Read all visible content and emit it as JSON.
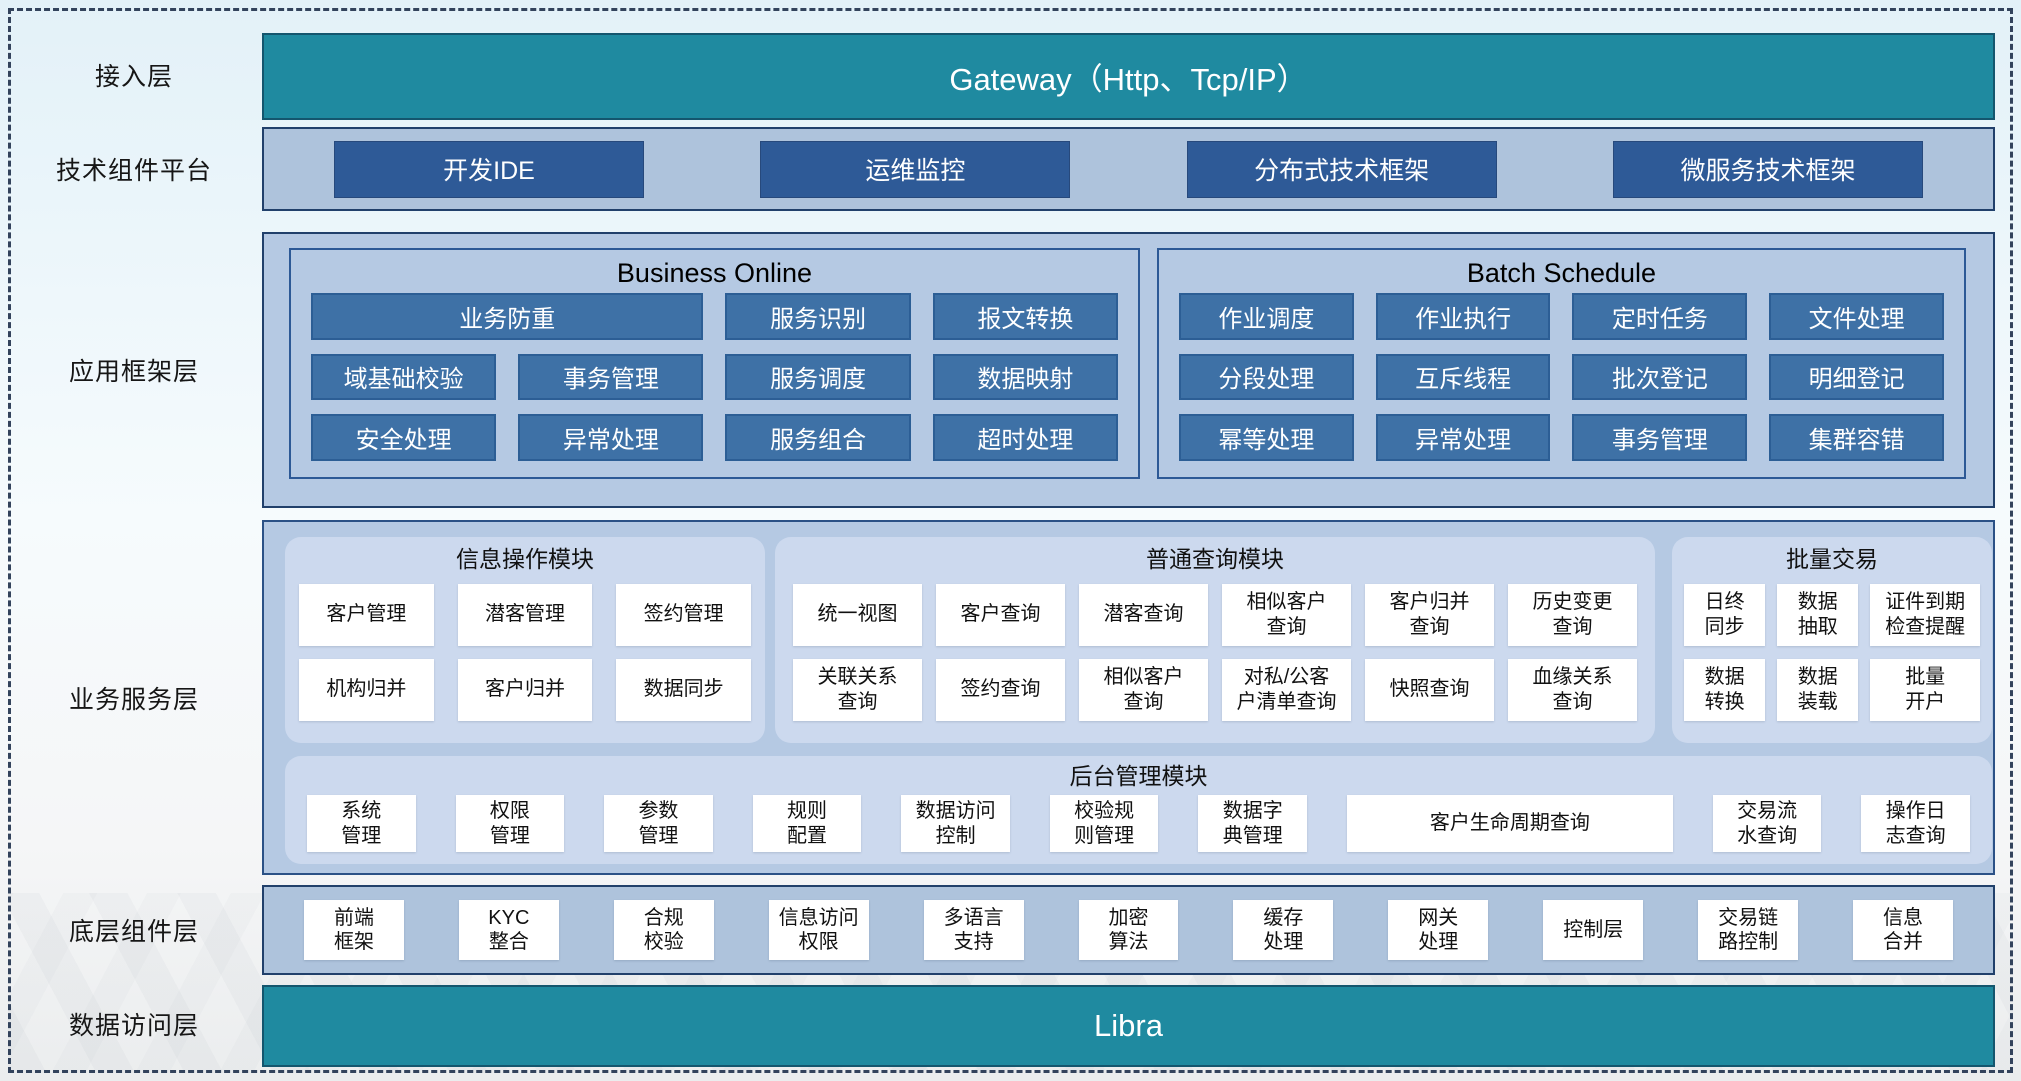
{
  "access": {
    "label": "接入层",
    "gateway": "Gateway（Http、Tcp/IP）"
  },
  "tech": {
    "label": "技术组件平台",
    "items": [
      "开发IDE",
      "运维监控",
      "分布式技术框架",
      "微服务技术框架"
    ]
  },
  "framework": {
    "label": "应用框架层",
    "online": {
      "title": "Business Online",
      "boxes": [
        "业务防重",
        "服务识别",
        "报文转换",
        "域基础校验",
        "事务管理",
        "服务调度",
        "数据映射",
        "安全处理",
        "异常处理",
        "服务组合",
        "超时处理"
      ]
    },
    "batch": {
      "title": "Batch Schedule",
      "boxes": [
        "作业调度",
        "作业执行",
        "定时任务",
        "文件处理",
        "分段处理",
        "互斥线程",
        "批次登记",
        "明细登记",
        "幂等处理",
        "异常处理",
        "事务管理",
        "集群容错"
      ]
    }
  },
  "service": {
    "label": "业务服务层",
    "info": {
      "title": "信息操作模块",
      "boxes": [
        "客户管理",
        "潜客管理",
        "签约管理",
        "机构归并",
        "客户归并",
        "数据同步"
      ]
    },
    "query": {
      "title": "普通查询模块",
      "boxes": [
        "统一视图",
        "客户查询",
        "潜客查询",
        "相似客户\n查询",
        "客户归并\n查询",
        "历史变更\n查询",
        "关联关系\n查询",
        "签约查询",
        "相似客户\n查询",
        "对私/公客\n户清单查询",
        "快照查询",
        "血缘关系\n查询"
      ]
    },
    "trade": {
      "title": "批量交易",
      "boxes": [
        "日终\n同步",
        "数据\n抽取",
        "证件到期\n检查提醒",
        "数据\n转换",
        "数据\n装载",
        "批量\n开户"
      ]
    },
    "admin": {
      "title": "后台管理模块",
      "boxes": [
        "系统\n管理",
        "权限\n管理",
        "参数\n管理",
        "规则\n配置",
        "数据访问\n控制",
        "校验规\n则管理",
        "数据字\n典管理",
        "客户生命周期查询",
        "交易流\n水查询",
        "操作日\n志查询"
      ]
    }
  },
  "base": {
    "label": "底层组件层",
    "boxes": [
      "前端\n框架",
      "KYC\n整合",
      "合规\n校验",
      "信息访问\n权限",
      "多语言\n支持",
      "加密\n算法",
      "缓存\n处理",
      "网关\n处理",
      "控制层",
      "交易链\n路控制",
      "信息\n合并"
    ]
  },
  "data_access": {
    "label": "数据访问层",
    "bar": "Libra"
  },
  "colors": {
    "teal": "#1f8aa0",
    "dark_blue_button": "#2e5a97",
    "panel_steel": "#aec3dc",
    "panel_framework": "#b5c9e3",
    "steel_box": "#3e71a6",
    "light_rounded_panel": "#ccd9ee",
    "border_navy": "#21406b"
  }
}
